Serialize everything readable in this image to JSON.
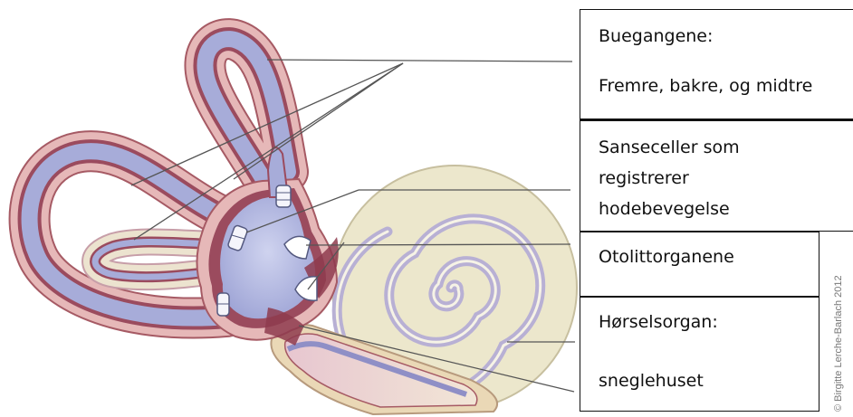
{
  "labels": {
    "buegangene": {
      "title": "Buegangene:",
      "detail": "Fremre, bakre, og midtre"
    },
    "sanseceller": {
      "lines": [
        "Sanseceller som",
        "registrerer",
        "hodebevegelse"
      ]
    },
    "otolitt": {
      "text": "Otolittorganene"
    },
    "horsel": {
      "title": "Hørselsorgan:",
      "detail": "sneglehuset"
    }
  },
  "credit": "Birgitte Lerche-Barlach 2012",
  "colors": {
    "bone_outer": "#e6b8b8",
    "bone_stroke": "#a65a64",
    "membrane_dark": "#9b4b5e",
    "endolymph_blue": "#a7acd9",
    "cochlea_cream": "#ece7cc",
    "cochlea_lavender": "#b8b0d4",
    "leader_line": "#555555",
    "box_border": "#111111"
  }
}
